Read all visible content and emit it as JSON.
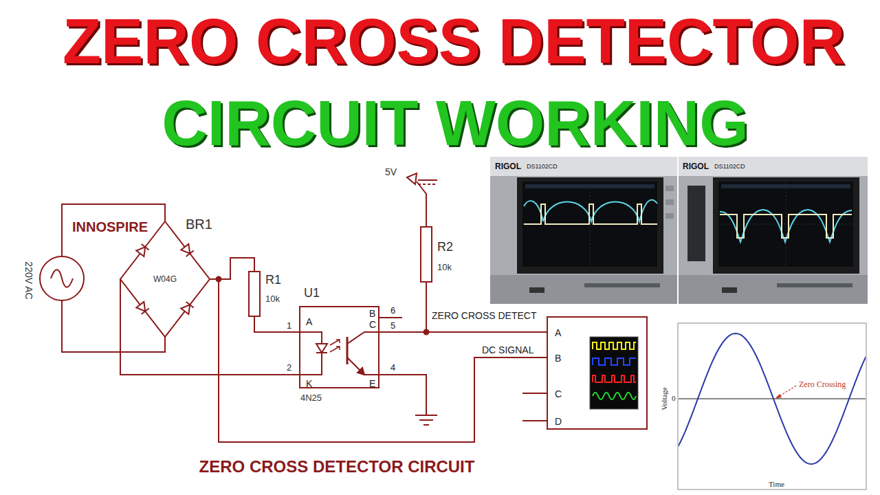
{
  "diagram": {
    "title": "ZERO CROSS DETECTOR",
    "caption": "ZERO CROSS DETECTOR CIRCUIT",
    "nodes": [
      {
        "text": [
          "BR1",
          "W04G"
        ]
      },
      {
        "text": [
          "U1",
          "A",
          "K",
          "B",
          "C",
          "E"
        ]
      },
      {
        "text": [
          "A",
          "B",
          "C",
          "D"
        ]
      }
    ],
    "edges": [
      {
        "from": 0,
        "to": 1,
        "arrow": "none"
      },
      {
        "from": 1,
        "to": 2,
        "label": "ZERO CROSS DETECT",
        "arrow": "none"
      },
      {
        "from": 0,
        "to": 2,
        "label": "DC SIGNAL",
        "arrow": "none"
      }
    ],
    "labels": [
      "CIRCUIT WORKING",
      "INNOSPIRE",
      "220V AC",
      "R1",
      "10k",
      "1",
      "2",
      "4N25",
      "6",
      "5",
      "4",
      "5V",
      "R2",
      "10k",
      "RIGOL",
      "DS1102CD",
      "RIGOL",
      "DS1102CD",
      "Voltage",
      "0",
      "Time",
      "Zero Crossing"
    ]
  }
}
